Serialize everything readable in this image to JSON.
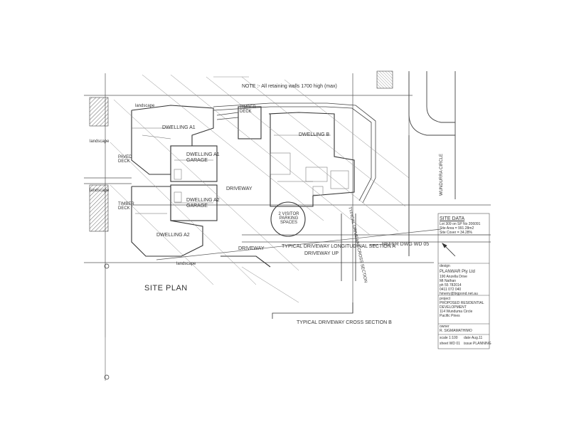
{
  "labels": {
    "note": "NOTE :- All retaining walls 1700 high (max)",
    "dwelling_a1": "DWELLING A1",
    "dwelling_a1_garage": "DWELLING A1",
    "garage_a1": "GARAGE",
    "dwelling_a2_garage": "DWELLING A2",
    "garage_a2": "GARAGE",
    "dwelling_a2": "DWELLING A2",
    "dwelling_b": "DWELLING B",
    "driveway_1": "DRIVEWAY",
    "driveway_2": "DRIVEWAY",
    "driveway_up": "DRIVEWAY UP",
    "paved_deck": "PAVED DECK",
    "timber_deck_left": "TIMBER DECK",
    "timber_deck_top": "TIMBER DECK",
    "visitor_parking": "2 VISITOR PARKING SPACES",
    "landscape_1": "landscape",
    "landscape_2": "landscape",
    "landscape_3": "landscape",
    "landscape_4": "landscape",
    "site_plan": "SITE  PLAN",
    "section_a": "TYPICAL DRIVEWAY LONGITUDINAL SECTION  A",
    "section_b": "TYPICAL DRIVEWAY CROSS SECTION  B",
    "refer": "REFER DWG WD 05",
    "cross_section_vertical": "TYPICAL DRIVEWAY CROSS SECTION",
    "street": "WUNDURRA CIRCLE"
  },
  "title_block": {
    "site_data_heading": "SITE DATA",
    "site_lot": "Lot 309 on SP No 206091",
    "site_area": "Site Area      = 991.28m2",
    "site_cover": "Site Cover     = 34.28%",
    "design_label": "design",
    "firm_name": "PLANWAR Pty Ltd",
    "firm_addr1": "190 Anzella Drive",
    "firm_addr2": "Mt Nathan",
    "firm_ph": "ph 55 782014",
    "firm_mob": "0411 072 040",
    "firm_email": "hmerry@bigpond.net.au",
    "project_label": "project",
    "project_name1": "PROPOSED RESIDENTIAL",
    "project_name2": "DEVELOPMENT",
    "project_addr1": "114 Wunduma Circle",
    "project_addr2": "Pacific Pines",
    "owner_label": "owner",
    "owner_name": "R. SIGMAMATHIMO",
    "scale": "scale    1:100",
    "date": "date  Aug.11",
    "sheet": "sheet   WD 01",
    "issue": "issue PLANNING"
  }
}
